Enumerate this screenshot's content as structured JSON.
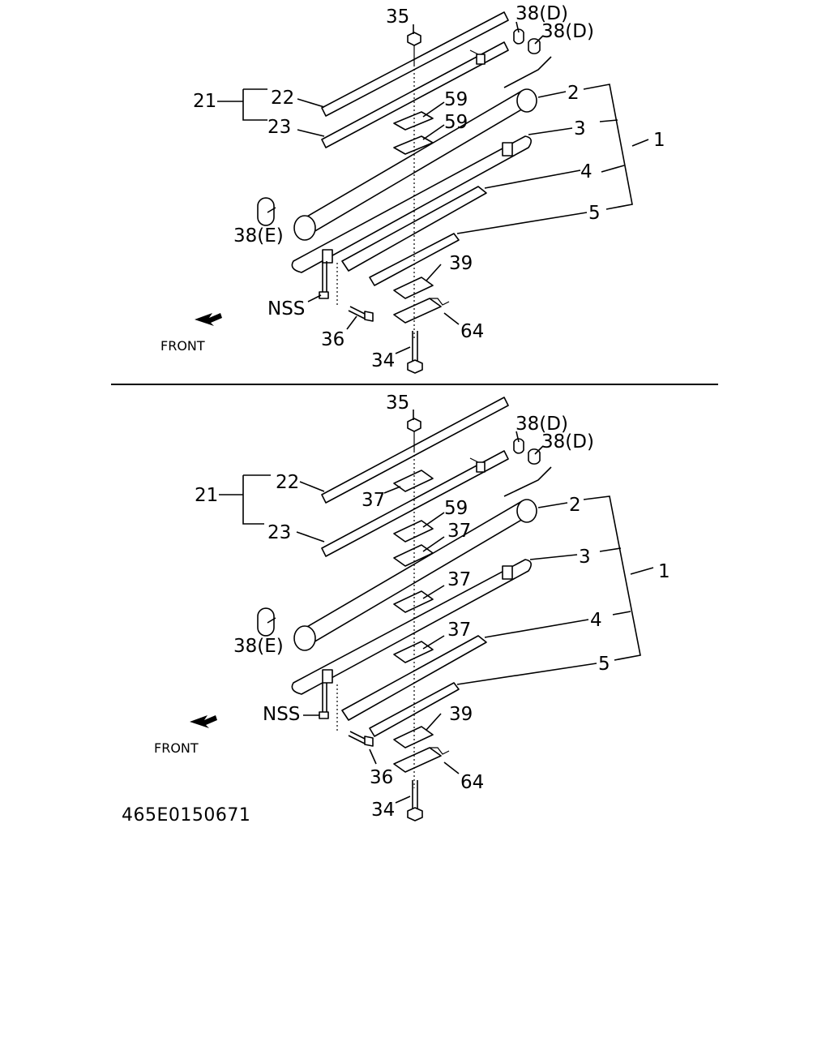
{
  "diagram": {
    "top_labels": {
      "p35": "35",
      "p38d_a": "38(D)",
      "p38d_b": "38(D)",
      "p21": "21",
      "p22": "22",
      "p23": "23",
      "p59_a": "59",
      "p59_b": "59",
      "p2": "2",
      "p3": "3",
      "p1": "1",
      "p4": "4",
      "p5": "5",
      "p38e": "38(E)",
      "p39": "39",
      "nss": "NSS",
      "p64": "64",
      "p36": "36",
      "p34": "34",
      "front": "FRONT"
    },
    "bottom_labels": {
      "p35": "35",
      "p38d_a": "38(D)",
      "p38d_b": "38(D)",
      "p21": "21",
      "p22": "22",
      "p37_a": "37",
      "p23": "23",
      "p59": "59",
      "p37_b": "37",
      "p2": "2",
      "p3": "3",
      "p1": "1",
      "p37_c": "37",
      "p4": "4",
      "p37_d": "37",
      "p5": "5",
      "p38e": "38(E)",
      "p39": "39",
      "nss": "NSS",
      "p64": "64",
      "p36": "36",
      "p34": "34",
      "front": "FRONT"
    },
    "drawing_code": "465E0150671"
  }
}
